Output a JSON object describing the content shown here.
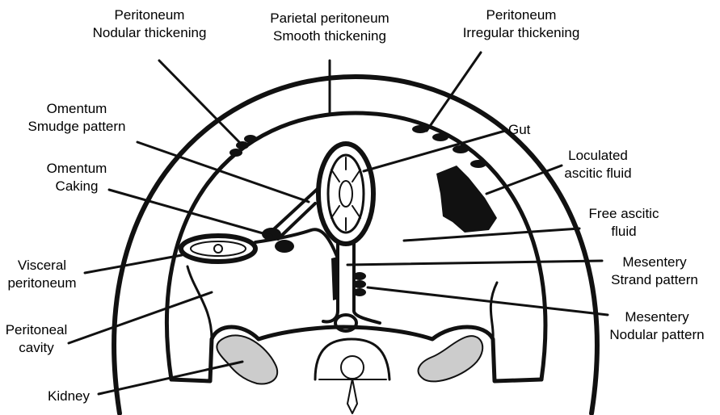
{
  "colors": {
    "outline": "#111111",
    "kidney_fill": "#cccccc",
    "fluid_fill": "#111111",
    "background": "#ffffff"
  },
  "labels": {
    "peritoneum_nodular": [
      "Peritoneum",
      "Nodular thickening"
    ],
    "parietal_smooth": [
      "Parietal peritoneum",
      "Smooth thickening"
    ],
    "peritoneum_irregular": [
      "Peritoneum",
      "Irregular thickening"
    ],
    "omentum_smudge": [
      "Omentum",
      "Smudge pattern"
    ],
    "gut": [
      "Gut"
    ],
    "loculated_fluid": [
      "Loculated",
      "ascitic fluid"
    ],
    "omentum_caking": [
      "Omentum",
      "Caking"
    ],
    "free_fluid": [
      "Free ascitic",
      "fluid"
    ],
    "visceral_peritoneum": [
      "Visceral",
      "peritoneum"
    ],
    "mesentery_strand": [
      "Mesentery",
      "Strand pattern"
    ],
    "peritoneal_cavity": [
      "Peritoneal",
      "cavity"
    ],
    "mesentery_nodular": [
      "Mesentery",
      "Nodular pattern"
    ],
    "kidney": [
      "Kidney"
    ]
  }
}
